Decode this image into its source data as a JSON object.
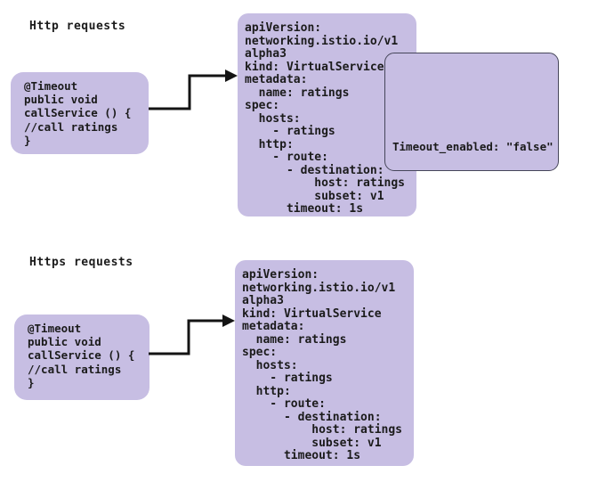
{
  "diagram": {
    "background_color": "#ffffff",
    "box_fill_color": "#c7bee3",
    "arrow_color": "#141414",
    "overlay_border_color": "#46465a",
    "text_color": "#1b1b1b"
  },
  "sections": [
    {
      "label": "Http requests",
      "code_lines": [
        "@Timeout",
        "public void",
        "callService () {",
        "//call ratings",
        "}"
      ],
      "yaml_lines": [
        "apiVersion:",
        "networking.istio.io/v1",
        "alpha3",
        "kind: VirtualService",
        "metadata:",
        "  name: ratings",
        "spec:",
        "  hosts:",
        "    - ratings",
        "  http:",
        "    - route:",
        "      - destination:",
        "          host: ratings",
        "          subset: v1",
        "      timeout: 1s"
      ],
      "overlay_text": "Timeout_enabled: \"false\""
    },
    {
      "label": "Https requests",
      "code_lines": [
        "@Timeout",
        "public void",
        "callService () {",
        "//call ratings",
        "}"
      ],
      "yaml_lines": [
        "apiVersion:",
        "networking.istio.io/v1",
        "alpha3",
        "kind: VirtualService",
        "metadata:",
        "  name: ratings",
        "spec:",
        "  hosts:",
        "    - ratings",
        "  http:",
        "    - route:",
        "      - destination:",
        "          host: ratings",
        "          subset: v1",
        "      timeout: 1s"
      ]
    }
  ]
}
